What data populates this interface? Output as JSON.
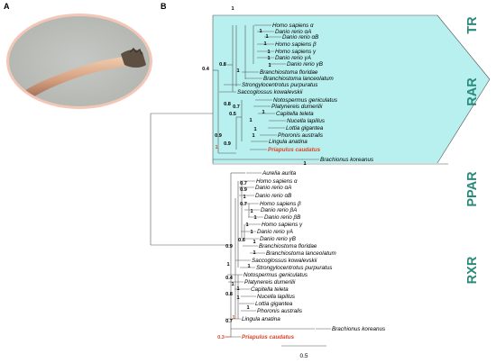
{
  "panels": {
    "a": "A",
    "b": "B"
  },
  "colors": {
    "shade": "#b7f0ee",
    "highlight": "#d9472b",
    "group_label": "#2a8a7a",
    "line": "#555555",
    "text": "#000000"
  },
  "group_labels": [
    "TR",
    "RAR",
    "PPAR",
    "RXR"
  ],
  "top_clade_taxa": [
    "Homo sapiens α",
    "Danio rerio αA",
    "Danio rerio αB",
    "Homo sapiens β",
    "Homo sapiens γ",
    "Danio rerio γA",
    "Danio rerio γB",
    "Branchiostoma floridae",
    "Branchiostoma lanceolatum",
    "Strongylocentrotus purpuratus",
    "Saccoglossus kowalevskii",
    "Notospermus geniculatus",
    "Platynereis dumerilii",
    "Capitella teleta",
    "Nucella lapillus",
    "Lottia gigantea",
    "Phoronis australis",
    "Lingula anatina",
    "Priapulus caudatus",
    "Brachionus koreanus"
  ],
  "bottom_clade_taxa": [
    "Aurelia aurita",
    "Homo sapiens α",
    "Danio rerio αA",
    "Danio rerio αB",
    "Homo sapiens β",
    "Danio rerio βA",
    "Danio rerio βB",
    "Homo sapiens γ",
    "Danio rerio γA",
    "Danio rerio γB",
    "Branchiostoma floridae",
    "Branchiostoma lanceolatum",
    "Saccoglossus kowalevskii",
    "Strongylocentrotus purpuratus",
    "Notospermus geniculatus",
    "Platynereis dumerilii",
    "Capitella teleta",
    "Nucella lapillus",
    "Lottia gigantea",
    "Phoronis australis",
    "Lingula anatina",
    "Brachionus koreanus",
    "Priapulus caudatus"
  ],
  "highlight_taxon": "Priapulus caudatus",
  "support_values": [
    "1",
    "0.4",
    "0.8",
    "1",
    "1",
    "1",
    "1",
    "1",
    "1",
    "1",
    "0.8",
    "0.7",
    "1",
    "0.5",
    "1",
    "1",
    "1",
    "0.9",
    "1",
    "0.9",
    "1",
    "0.7",
    "0.9",
    "1",
    "0.7",
    "1",
    "1",
    "1",
    "1",
    "0.6",
    "1",
    "1",
    "0.9",
    "1",
    "1",
    "0.4",
    "1",
    "0.8",
    "1",
    "1",
    "1",
    "0.7",
    "1",
    "0.3"
  ],
  "scale_bar": "0.5"
}
